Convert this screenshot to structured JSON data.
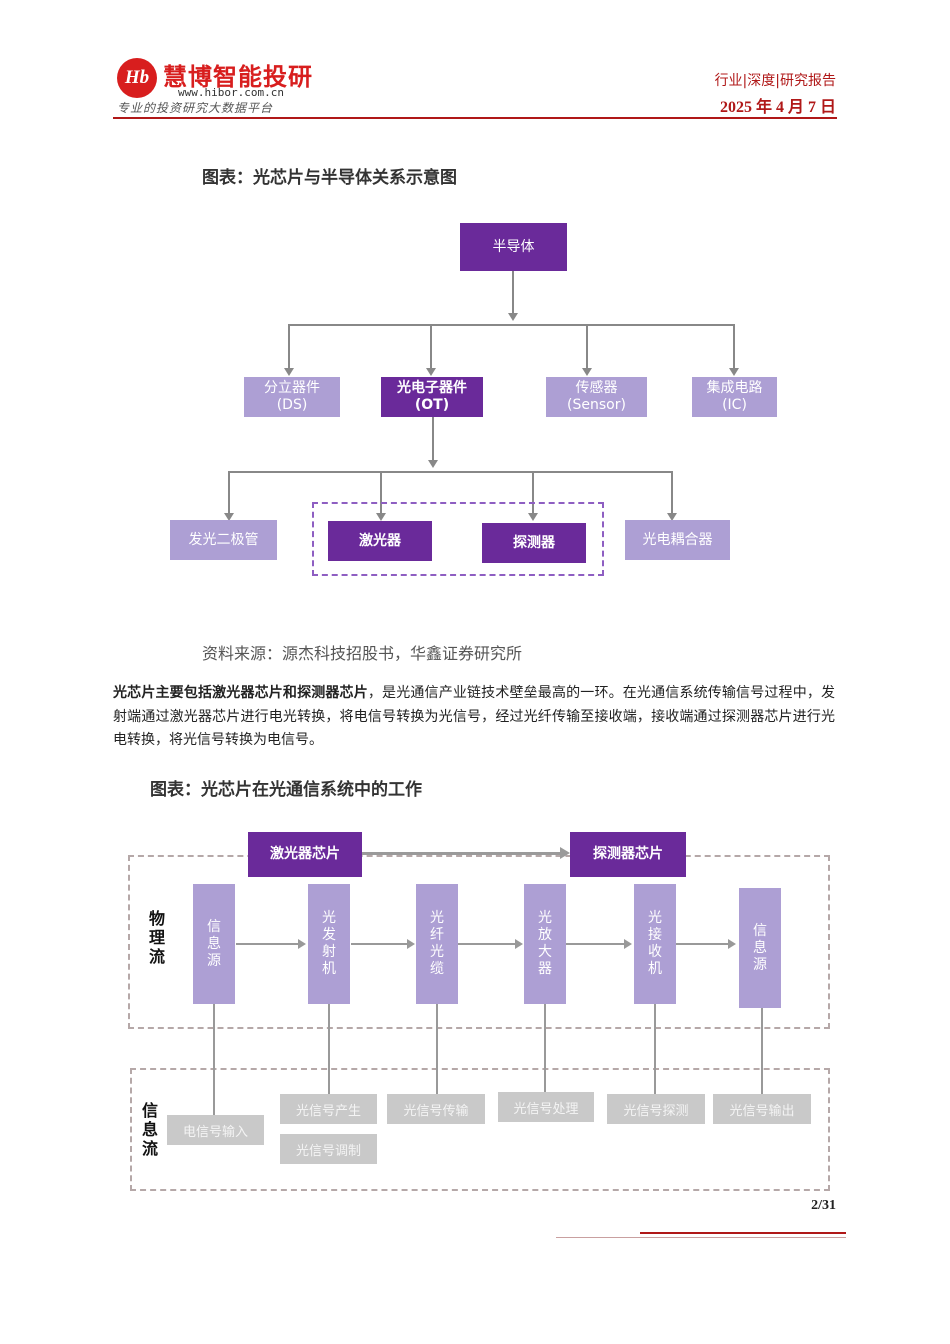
{
  "header": {
    "logo_mark": "Hb",
    "brand": "慧博智能投研",
    "url": "www.hibor.com.cn",
    "slogan": "专业的投资研究大数据平台",
    "category": "行业|深度|研究报告",
    "date": "2025 年 4 月 7 日"
  },
  "figure1": {
    "title": "图表：光芯片与半导体关系示意图",
    "root": "半导体",
    "level1": [
      {
        "line1": "分立器件",
        "line2": "(DS)"
      },
      {
        "line1": "光电子器件",
        "line2": "(OT)"
      },
      {
        "line1": "传感器",
        "line2": "(Sensor)"
      },
      {
        "line1": "集成电路",
        "line2": "(IC)"
      }
    ],
    "level2": [
      "发光二极管",
      "激光器",
      "探测器",
      "光电耦合器"
    ],
    "source": "资料来源：源杰科技招股书，华鑫证券研究所"
  },
  "paragraph": {
    "bold": "光芯片主要包括激光器芯片和探测器芯片",
    "text": "，是光通信产业链技术壁垒最高的一环。在光通信系统传输信号过程中，发射端通过激光器芯片进行电光转换，将电信号转换为光信号，经过光纤传输至接收端，接收端通过探测器芯片进行光电转换，将光信号转换为电信号。"
  },
  "figure2": {
    "title": "图表：光芯片在光通信系统中的工作",
    "chip_left": "激光器芯片",
    "chip_right": "探测器芯片",
    "physical_label": [
      "物",
      "理",
      "流"
    ],
    "info_label": [
      "信",
      "息",
      "流"
    ],
    "physical": [
      [
        "信",
        "息",
        "源"
      ],
      [
        "光",
        "发",
        "射",
        "机"
      ],
      [
        "光",
        "纤",
        "光",
        "缆"
      ],
      [
        "光",
        "放",
        "大",
        "器"
      ],
      [
        "光",
        "接",
        "收",
        "机"
      ],
      [
        "信",
        "息",
        "源"
      ]
    ],
    "info": [
      "电信号输入",
      "光信号产生",
      "光信号调制",
      "光信号传输",
      "光信号处理",
      "光信号探测",
      "光信号输出"
    ]
  },
  "footer": {
    "page": "2/31"
  },
  "colors": {
    "dark_purple": "#6a2a9a",
    "light_purple": "#ad9fd4",
    "accent_red": "#b01818"
  }
}
